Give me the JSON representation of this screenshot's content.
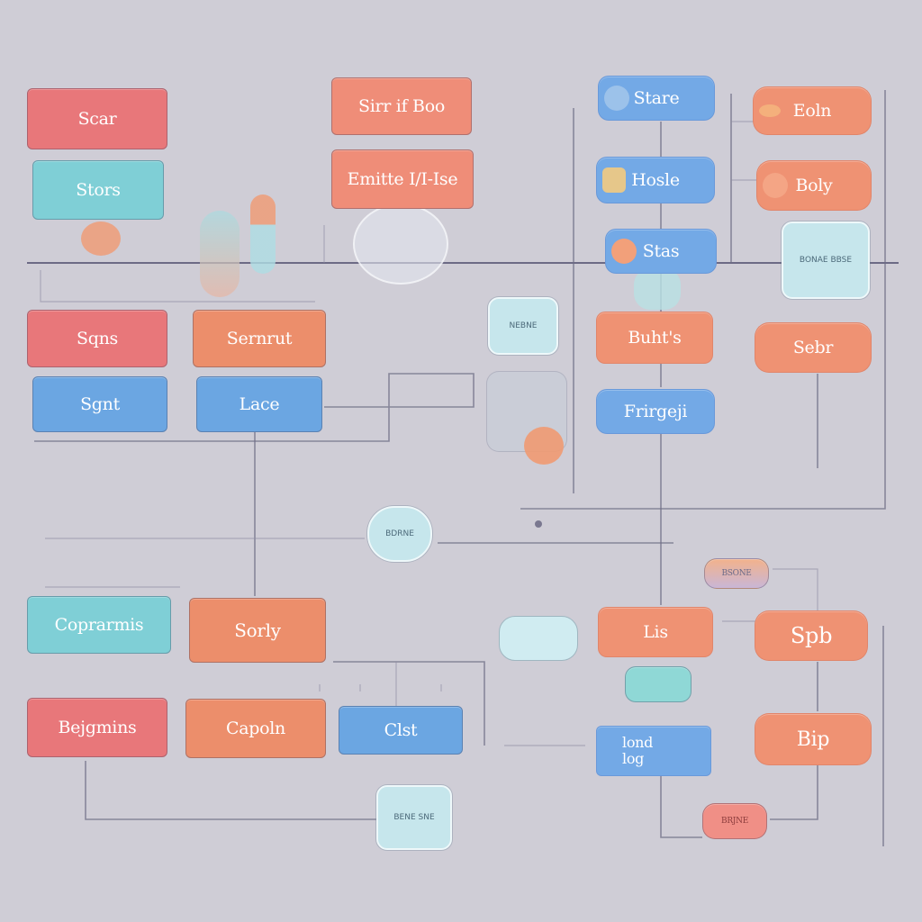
{
  "diagram": {
    "top_left": [
      "Scar",
      "Stors"
    ],
    "top_center": [
      "Sirr if Boo",
      "Emitte I/I-Ise"
    ],
    "mid_left": [
      "Sqns",
      "Sgnt"
    ],
    "mid_center": [
      "Sernrut",
      "Lace"
    ],
    "right_blue": [
      "Stare",
      "Hosle",
      "Stas",
      "Buht's",
      "Frirgeji"
    ],
    "right_orange": [
      "Eoln",
      "Boly",
      "Sebr",
      "Spb",
      "Bip"
    ],
    "bottom_left": [
      "Coprarmis",
      "Bejgmins"
    ],
    "bottom_center": [
      "Sorly",
      "Capoln",
      "Clst"
    ],
    "bottom_right": [
      "Lis",
      "lond log"
    ],
    "chips": [
      "NEBNE",
      "BONAE BBSE",
      "BDRNE",
      "BENE SNE"
    ],
    "small_pills": [
      "BSONE",
      "BRJNE"
    ]
  },
  "colors": {
    "background": "#cfcdd6",
    "red": "#e8777a",
    "orange": "#ec8e6b",
    "teal": "#7fcfd6",
    "blue": "#6ba6e2",
    "connector": "#6f6d86"
  },
  "icons": [
    "orange-dot-icon",
    "teal-capsule-icon",
    "glass-circle-icon",
    "gauge-chip-icon"
  ]
}
